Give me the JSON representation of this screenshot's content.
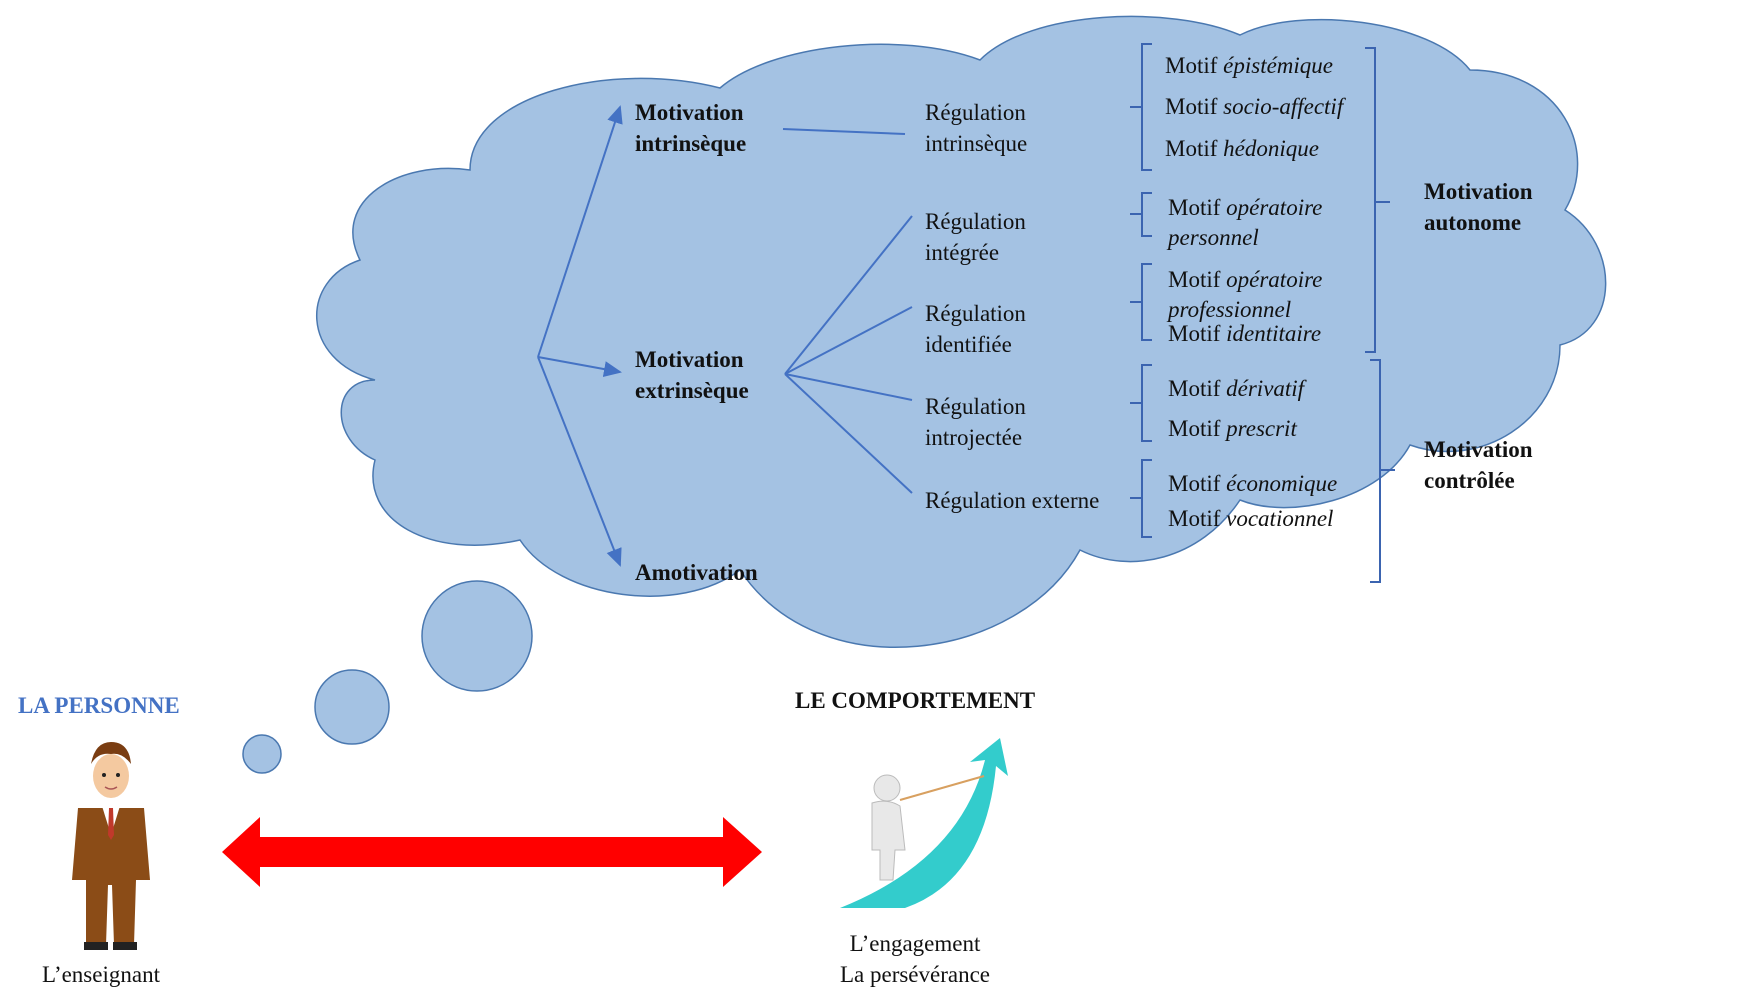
{
  "diagram": {
    "levels": {
      "intrinsic": "Motivation intrinsèque",
      "intrinsic_l1": "Motivation",
      "intrinsic_l2": "intrinsèque",
      "extrinsic_l1": "Motivation",
      "extrinsic_l2": "extrinsèque",
      "amotivation": "Amotivation"
    },
    "regulations": {
      "intrinseque_l1": "Régulation",
      "intrinseque_l2": "intrinsèque",
      "integree_l1": "Régulation",
      "integree_l2": "intégrée",
      "identifiee_l1": "Régulation",
      "identifiee_l2": "identifiée",
      "introjectee_l1": "Régulation",
      "introjectee_l2": "introjectée",
      "externe": "Régulation externe"
    },
    "motifs": {
      "prefix": "Motif",
      "epistemique": "épistémique",
      "socio_affectif": "socio-affectif",
      "hedonique": "hédonique",
      "operatoire_perso_a": "opératoire",
      "operatoire_perso_b": "personnel",
      "operatoire_pro_a": "opératoire",
      "operatoire_pro_b": "professionnel",
      "identitaire": "identitaire",
      "derivatif": "dérivatif",
      "prescrit": "prescrit",
      "economique": "économique",
      "vocationnel": "vocationnel"
    },
    "groups": {
      "autonome_l1": "Motivation",
      "autonome_l2": "autonome",
      "controlee_l1": "Motivation",
      "controlee_l2": "contrôlée"
    },
    "person": {
      "title": "LA PERSONNE",
      "caption": "L’enseignant"
    },
    "behaviour": {
      "title": "LE COMPORTEMENT",
      "caption_l1": "L’engagement",
      "caption_l2": "La persévérance"
    }
  },
  "colors": {
    "cloud_fill": "#a4c2e3",
    "cloud_stroke": "#4a78b0",
    "arrow_blue": "#4472c4",
    "bracket": "#3b64b0",
    "double_arrow": "#ff0000",
    "person_title": "#4472c4",
    "behaviour_arrow": "#33cccc",
    "suit": "#8b4c17"
  }
}
